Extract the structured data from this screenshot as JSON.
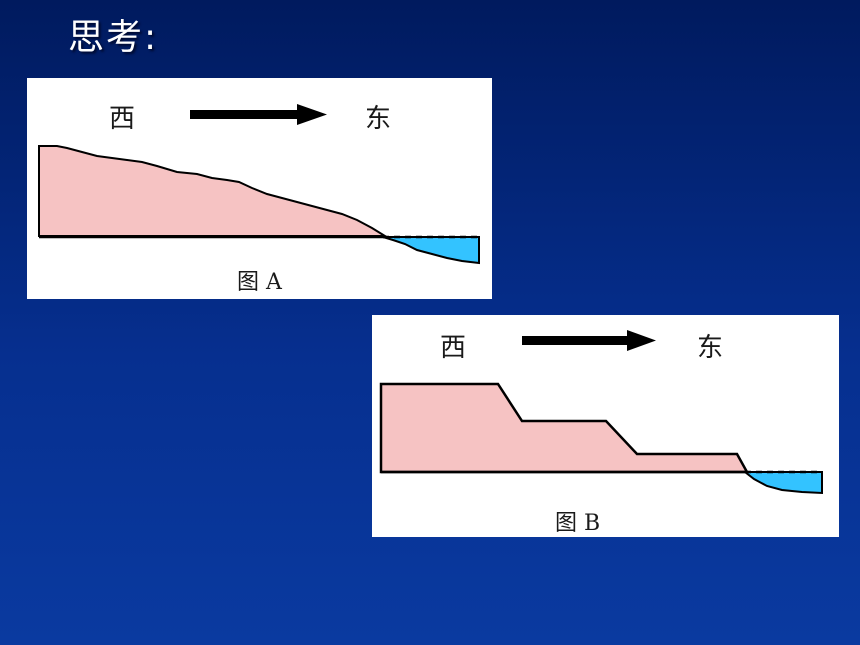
{
  "slide": {
    "title": "思考:"
  },
  "figure_a": {
    "west_label": "西",
    "east_label": "东",
    "caption": "图 A"
  },
  "figure_b": {
    "west_label": "西",
    "east_label": "东",
    "caption": "图 B"
  },
  "colors": {
    "background": "#062f8f",
    "land": "#f6c3c3",
    "water": "#33c3ff",
    "outline": "#000000"
  }
}
